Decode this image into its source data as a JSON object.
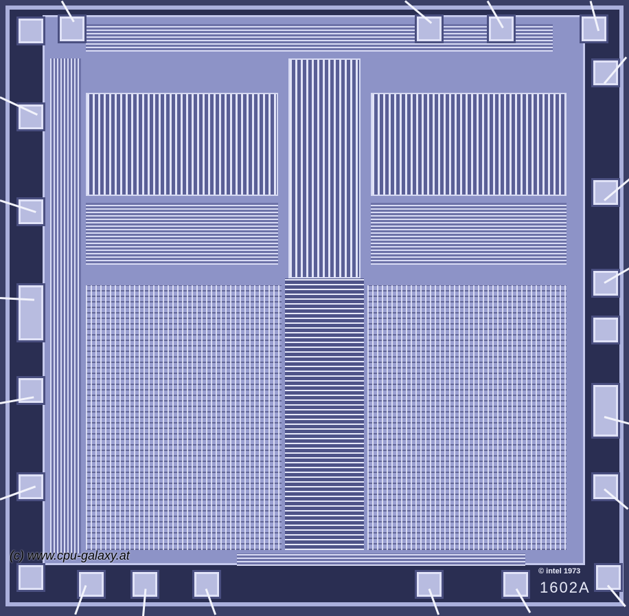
{
  "watermark": "(c) www.cpu-galaxy.at",
  "die_marking": {
    "copyright": "© intel 1973",
    "part_number": "1602A"
  }
}
